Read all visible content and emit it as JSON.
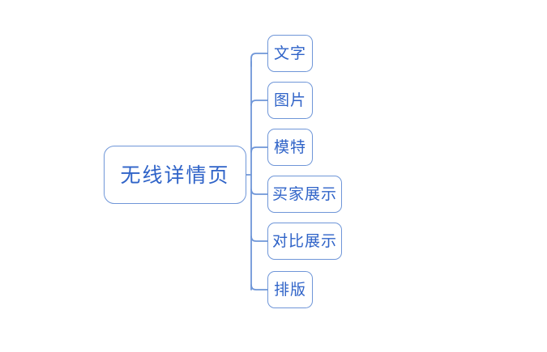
{
  "diagram": {
    "type": "mindmap",
    "orientation": "left-to-right",
    "background_color": "#ffffff",
    "node_border_color": "#6f96d8",
    "node_fill_color": "#ffffff",
    "node_text_color": "#2f63c8",
    "connector_color": "#6f96d8",
    "root": {
      "label": "无线详情页"
    },
    "children": [
      {
        "label": "文字"
      },
      {
        "label": "图片"
      },
      {
        "label": "模特"
      },
      {
        "label": "买家展示"
      },
      {
        "label": "对比展示"
      },
      {
        "label": "排版"
      }
    ]
  }
}
